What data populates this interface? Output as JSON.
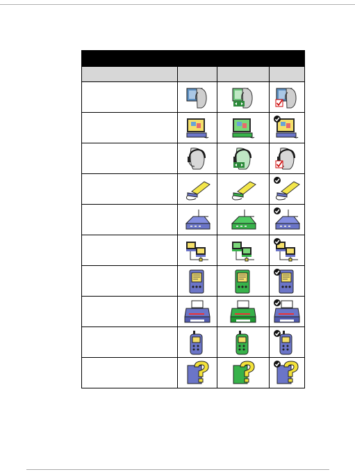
{
  "table": {
    "title": "",
    "headers": [
      "",
      "",
      "",
      ""
    ],
    "columns": [
      {
        "state": "normal",
        "color": "#6b75c8"
      },
      {
        "state": "active",
        "color": "#37b24a"
      },
      {
        "state": "selected",
        "color": "#6b75c8"
      }
    ],
    "rows": [
      {
        "label": "",
        "icon": "client-agent-icon"
      },
      {
        "label": "",
        "icon": "computer-icon"
      },
      {
        "label": "",
        "icon": "agent-headset-icon"
      },
      {
        "label": "",
        "icon": "scanner-icon"
      },
      {
        "label": "",
        "icon": "network-device-icon"
      },
      {
        "label": "",
        "icon": "network-computers-icon"
      },
      {
        "label": "",
        "icon": "pda-icon"
      },
      {
        "label": "",
        "icon": "printer-icon"
      },
      {
        "label": "",
        "icon": "phone-icon"
      },
      {
        "label": "",
        "icon": "unknown-device-icon"
      }
    ]
  }
}
